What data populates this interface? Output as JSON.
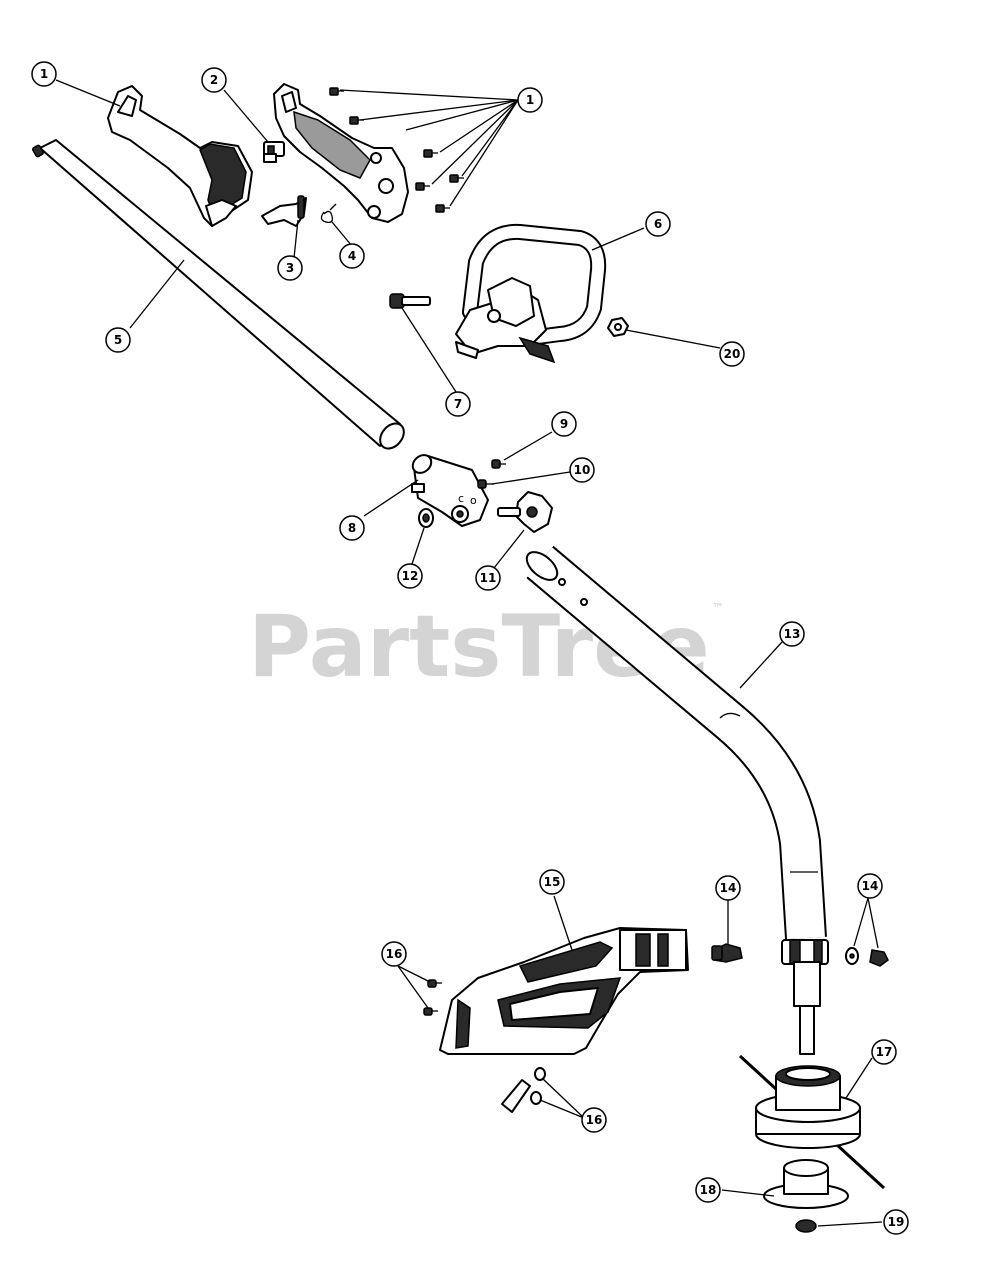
{
  "watermark": {
    "text": "PartsTree",
    "trademark": "™"
  },
  "callouts": [
    {
      "id": "c1a",
      "label": "1"
    },
    {
      "id": "c2",
      "label": "2"
    },
    {
      "id": "c1b",
      "label": "1"
    },
    {
      "id": "c3",
      "label": "3"
    },
    {
      "id": "c4",
      "label": "4"
    },
    {
      "id": "c5",
      "label": "5"
    },
    {
      "id": "c6",
      "label": "6"
    },
    {
      "id": "c7",
      "label": "7"
    },
    {
      "id": "c20",
      "label": "20"
    },
    {
      "id": "c9",
      "label": "9"
    },
    {
      "id": "c10",
      "label": "10"
    },
    {
      "id": "c8",
      "label": "8"
    },
    {
      "id": "c12",
      "label": "12"
    },
    {
      "id": "c11",
      "label": "11"
    },
    {
      "id": "c13",
      "label": "13"
    },
    {
      "id": "c15",
      "label": "15"
    },
    {
      "id": "c14a",
      "label": "14"
    },
    {
      "id": "c14b",
      "label": "14"
    },
    {
      "id": "c16a",
      "label": "16"
    },
    {
      "id": "c16b",
      "label": "16"
    },
    {
      "id": "c17",
      "label": "17"
    },
    {
      "id": "c18",
      "label": "18"
    },
    {
      "id": "c19",
      "label": "19"
    }
  ]
}
